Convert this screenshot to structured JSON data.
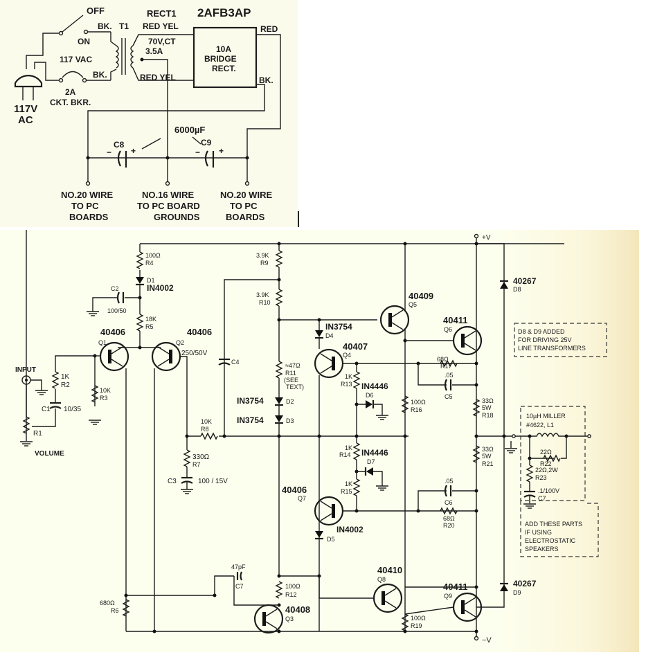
{
  "power_supply": {
    "title": "2AFB3AP",
    "rect_label": "RECT1",
    "switch_off": "OFF",
    "switch_on": "ON",
    "transformer": "T1",
    "primary_top_wire": "BK.",
    "primary_bottom_wire": "BK.",
    "primary_voltage": "117 VAC",
    "secondary_top_wires": "RED YEL",
    "secondary_bottom_wires": "RED YEL",
    "secondary_rating_1": "70V,CT",
    "secondary_rating_2": "3.5A",
    "bridge_line1": "10A",
    "bridge_line2": "BRIDGE",
    "bridge_line3": "RECT.",
    "bridge_out_pos": "RED",
    "bridge_out_neg": "BK.",
    "breaker_1": "2A",
    "breaker_2": "CKT. BKR.",
    "plug_1": "117V",
    "plug_2": "AC",
    "c8": "C8",
    "c9": "C9",
    "cap_value": "6000µF",
    "minus": "−",
    "plus": "+",
    "out_left": [
      "NO.20 WIRE",
      "TO PC",
      "BOARDS"
    ],
    "out_mid": [
      "NO.16 WIRE",
      "TO PC BOARD",
      "GROUNDS"
    ],
    "out_right": [
      "NO.20 WIRE",
      "TO PC",
      "BOARDS"
    ]
  },
  "amplifier": {
    "plus_v": "+V",
    "minus_v": "−V",
    "input": "INPUT",
    "volume": "VOLUME",
    "r1": "R1",
    "r2": [
      "1K",
      "R2"
    ],
    "r3": [
      "10K",
      "R3"
    ],
    "c1": [
      "C1",
      "10/35"
    ],
    "r4": [
      "100Ω",
      "R4"
    ],
    "d1": [
      "D1",
      "IN4002"
    ],
    "c2": [
      "C2",
      "100/50"
    ],
    "r5": [
      "18K",
      "R5"
    ],
    "q1": [
      "40406",
      "Q1"
    ],
    "q2": [
      "40406",
      "Q2"
    ],
    "c4": [
      "250/50V",
      "C4"
    ],
    "r6": [
      "680Ω",
      "R6"
    ],
    "r7": [
      "330Ω",
      "R7"
    ],
    "c3": [
      "C3",
      "100 / 15V"
    ],
    "r8": [
      "10K",
      "R8"
    ],
    "r9": [
      "3.9K",
      "R9"
    ],
    "r10": [
      "3.9K",
      "R10"
    ],
    "r11": [
      "≈47Ω",
      "R11",
      "(SEE",
      "TEXT)"
    ],
    "d2": [
      "IN3754",
      "D2"
    ],
    "d3": [
      "IN3754",
      "D3"
    ],
    "d4": [
      "IN3754",
      "D4"
    ],
    "q4": [
      "40407",
      "Q4"
    ],
    "q5": [
      "40409",
      "Q5"
    ],
    "q6": [
      "40411",
      "Q6"
    ],
    "r13": [
      "1K",
      "R13"
    ],
    "d6": [
      "IN4446",
      "D6"
    ],
    "r16": [
      "100Ω",
      "R16"
    ],
    "r17": [
      "68Ω",
      "R17"
    ],
    "c5": [
      ".05",
      "C5"
    ],
    "r18": [
      "33Ω",
      "5W",
      "R18"
    ],
    "d8": [
      "40267",
      "D8"
    ],
    "note_d8d9": [
      "D8 & D9 ADDED",
      "FOR DRIVING 25V",
      "LINE TRANSFORMERS"
    ],
    "l1": [
      "10µH  MILLER",
      "#4622, L1"
    ],
    "r22": [
      "22Ω",
      "R22"
    ],
    "r23": [
      "22Ω,2W",
      "R23"
    ],
    "c7_out": [
      ".1/100V",
      "C7"
    ],
    "note_es": [
      "ADD THESE PARTS",
      "IF USING",
      "ELECTROSTATIC",
      "SPEAKERS"
    ],
    "r14": [
      "1K",
      "R14"
    ],
    "d7": [
      "IN4446",
      "D7"
    ],
    "r15": [
      "1K",
      "R15"
    ],
    "q7": [
      "40406",
      "Q7"
    ],
    "d5": [
      "IN4002",
      "D5"
    ],
    "c6": [
      ".05",
      "C6"
    ],
    "r20": [
      "68Ω",
      "R20"
    ],
    "r21": [
      "33Ω",
      "5W",
      "R21"
    ],
    "r12": [
      "100Ω",
      "R12"
    ],
    "c7": [
      "47pF",
      "C7"
    ],
    "q3": [
      "40408",
      "Q3"
    ],
    "q8": [
      "40410",
      "Q8"
    ],
    "r19": [
      "100Ω",
      "R19"
    ],
    "q9": [
      "40411",
      "Q9"
    ],
    "d9": [
      "40267",
      "D9"
    ]
  }
}
